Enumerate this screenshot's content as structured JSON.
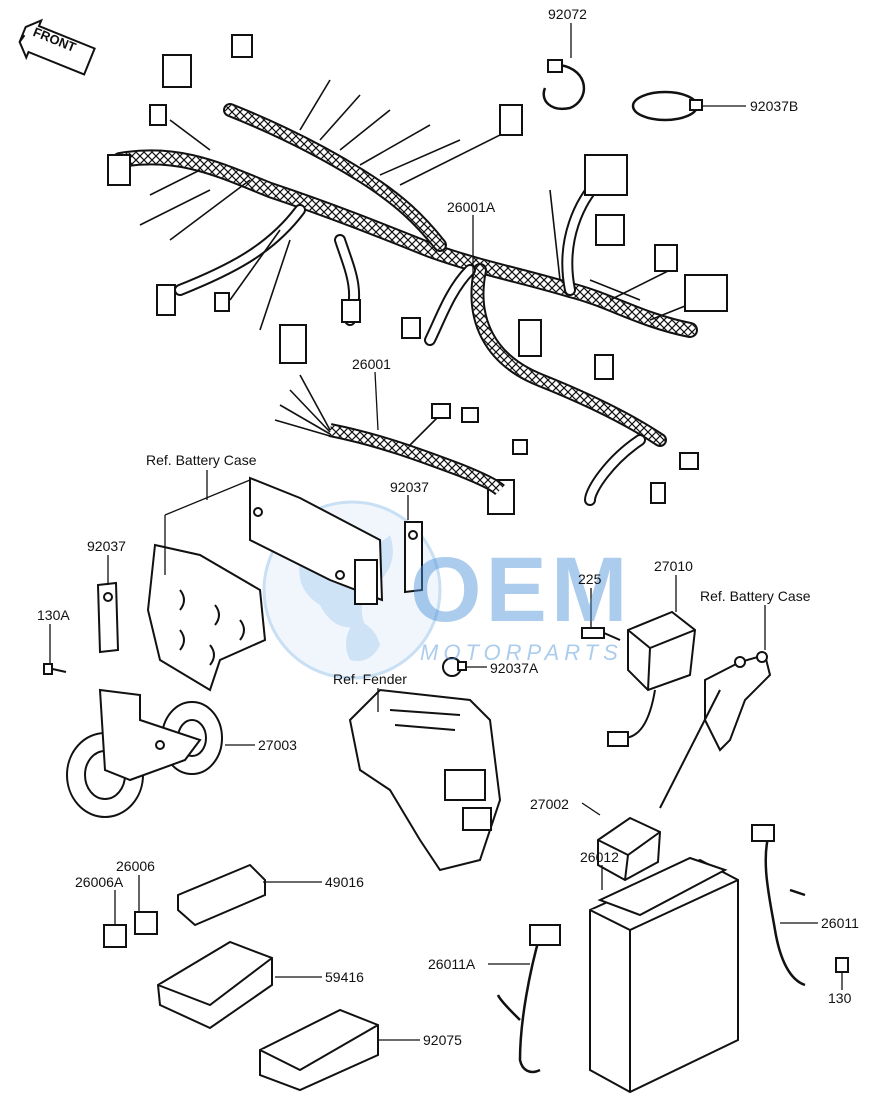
{
  "front_label": "FRONT",
  "watermark": {
    "brand": "OEM",
    "sub": "MOTORPARTS"
  },
  "colors": {
    "ink": "#111111",
    "watermark_blue": "#4a90d9",
    "watermark_light": "#cfe3f6"
  },
  "parts": {
    "p92072": "92072",
    "p92037B": "92037B",
    "p26001A": "26001A",
    "p26001": "26001",
    "ref_battery_case_1": "Ref. Battery Case",
    "p92037_a": "92037",
    "p92037_b": "92037",
    "p130A": "130A",
    "p27003": "27003",
    "p225": "225",
    "p27010": "27010",
    "ref_battery_case_2": "Ref. Battery Case",
    "p92037A": "92037A",
    "ref_fender": "Ref. Fender",
    "p27002": "27002",
    "p26006": "26006",
    "p26006A": "26006A",
    "p49016": "49016",
    "p59416": "59416",
    "p92075": "92075",
    "p26012": "26012",
    "p26011": "26011",
    "p26011A": "26011A",
    "p130": "130"
  }
}
